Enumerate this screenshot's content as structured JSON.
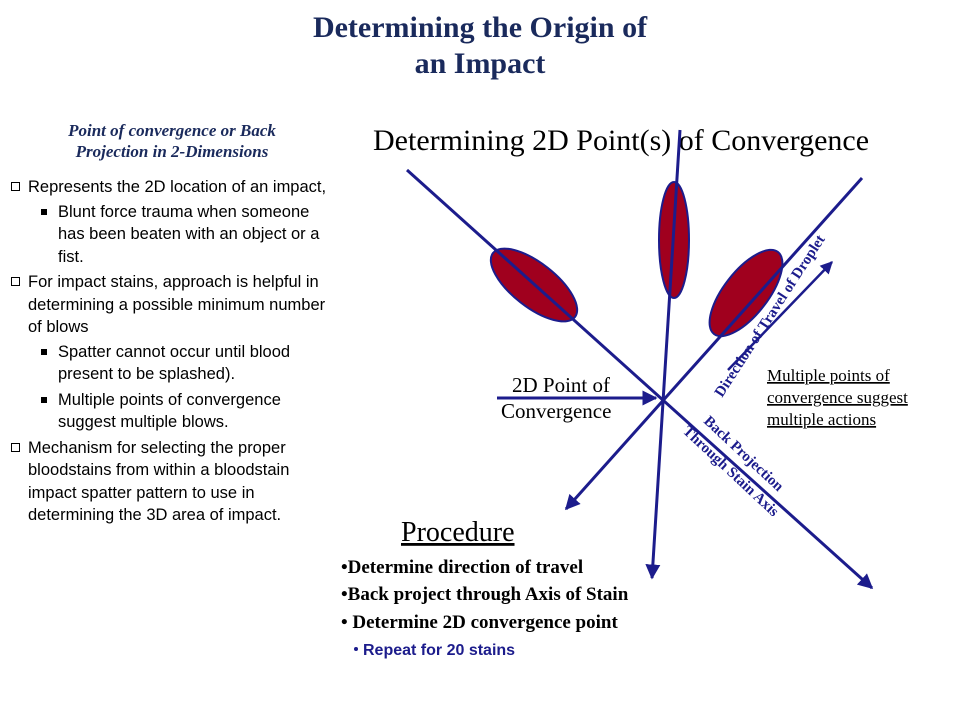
{
  "title_line1": "Determining the Origin of",
  "title_line2": "an Impact",
  "left": {
    "subheading_line1": "Point of convergence or Back",
    "subheading_line2": "Projection in 2-Dimensions",
    "items": [
      {
        "level": 1,
        "text": "Represents the 2D location of an impact,"
      },
      {
        "level": 2,
        "text": "Blunt force trauma when someone has been beaten with an object or a fist."
      },
      {
        "level": 1,
        "text": "For impact stains, approach is helpful in determining a possible minimum number of blows"
      },
      {
        "level": 2,
        "text": "Spatter cannot occur until blood present to be splashed)."
      },
      {
        "level": 2,
        "text": "Multiple points of convergence suggest multiple blows."
      },
      {
        "level": 1,
        "text": "Mechanism for selecting the proper bloodstains from within a bloodstain impact spatter pattern to use in determining the 3D area of impact."
      }
    ]
  },
  "diagram": {
    "heading": "Determining 2D Point(s) of  Convergence",
    "point_label_line1": "2D Point of",
    "point_label_line2": "Convergence",
    "direction_label": "Direction of Travel of Droplet",
    "back_projection_line1": "Back Projection",
    "back_projection_line2": "Through Stain Axis",
    "multiple_line1": "Multiple points of",
    "multiple_line2": "convergence suggest",
    "multiple_line3": "multiple actions",
    "procedure_heading": "Procedure",
    "procedure_steps": [
      "•Determine direction of travel",
      "•Back project through Axis of Stain",
      "• Determine 2D convergence point"
    ],
    "procedure_sub": "Repeat for 20 stains",
    "colors": {
      "line": "#1c1c8c",
      "stain": "#a0001e",
      "title": "#1a2a5c"
    }
  }
}
